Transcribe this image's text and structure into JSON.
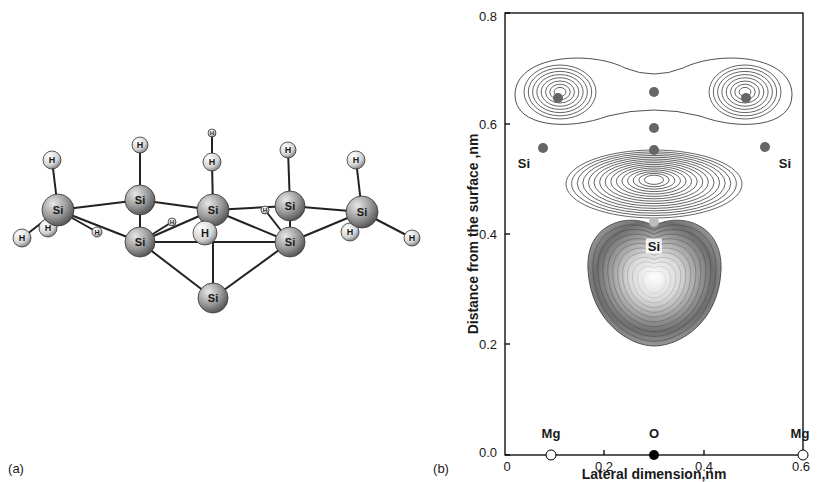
{
  "diagram": {
    "labels": [
      "(a)",
      "(b)",
      "Si",
      "Si",
      "Si",
      "Si",
      "Si",
      "Si",
      "Si",
      "Si",
      "H",
      "H",
      "H",
      "H",
      "H",
      "H",
      "H",
      "H",
      "H",
      "H",
      "H",
      "H",
      "H",
      "H",
      "Si",
      "Si",
      "Si",
      "Mg",
      "O",
      "Mg",
      "0.0",
      "0.2",
      "0.4",
      "0.6",
      "0.8",
      "0",
      "0.2",
      "0.4",
      "0.6",
      "Distance from the surface ,nm",
      "Lateral dimension,nm"
    ]
  }
}
